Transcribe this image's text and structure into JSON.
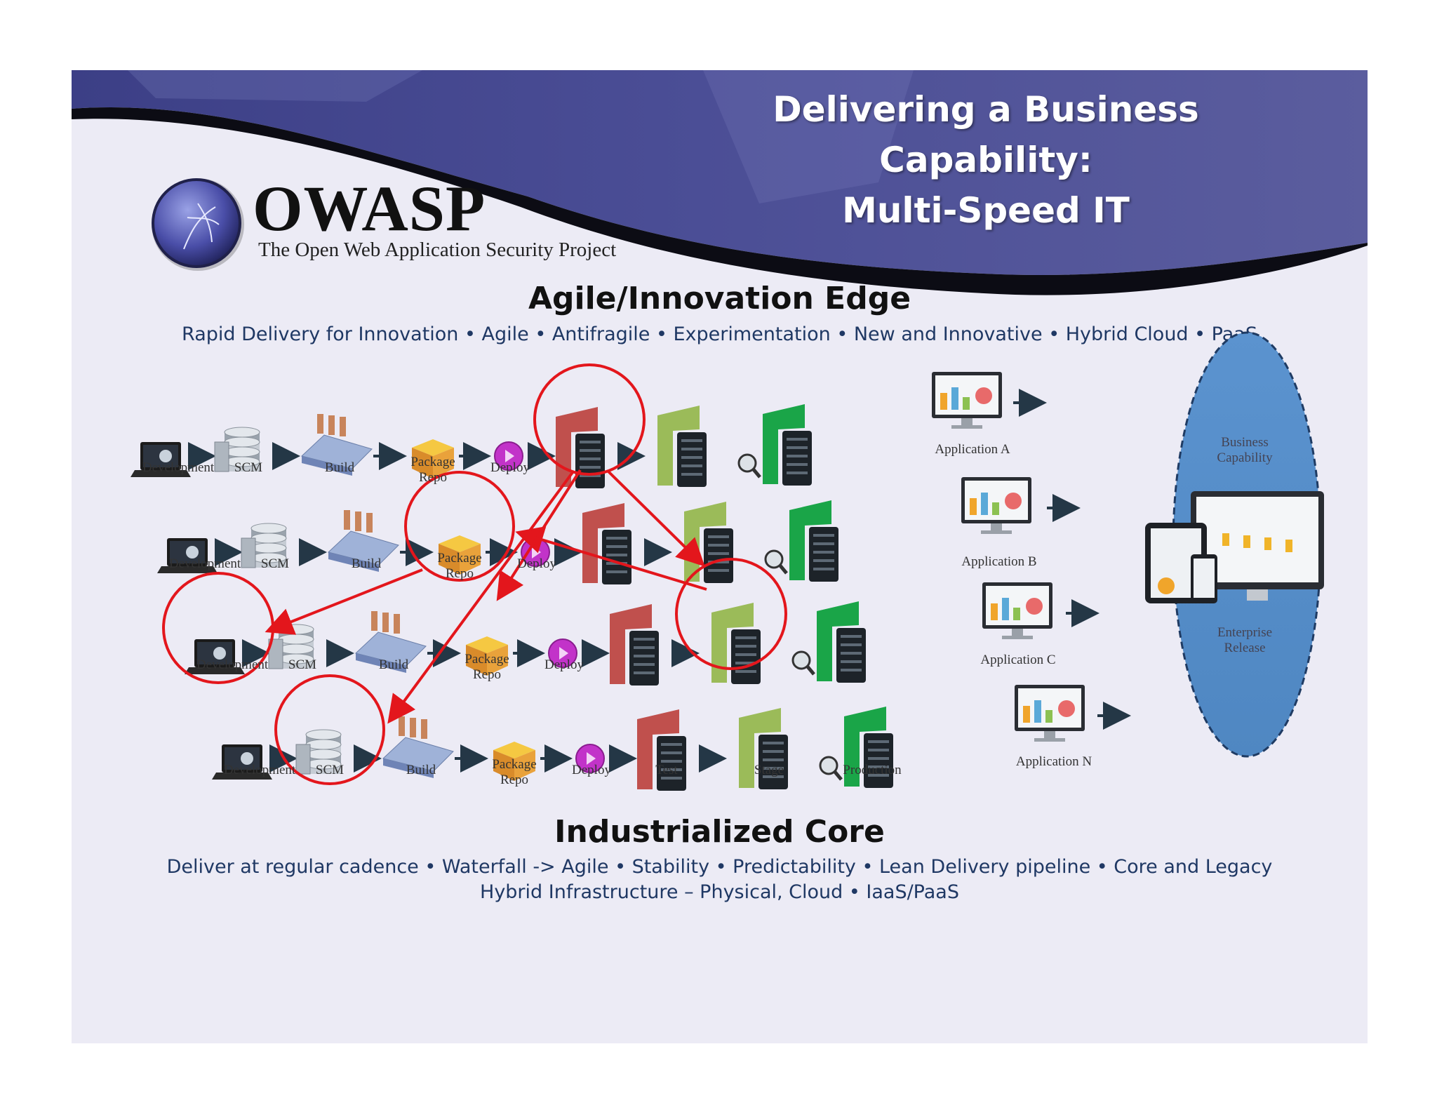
{
  "slide": {
    "title_line1": "Delivering a Business Capability:",
    "title_line2": "Multi-Speed IT",
    "logo": {
      "name": "OWASP",
      "tagline": "The Open Web Application Security Project"
    }
  },
  "agile": {
    "heading": "Agile/Innovation Edge",
    "subline": "Rapid Delivery for Innovation • Agile • Antifragile • Experimentation • New and Innovative • Hybrid Cloud • PaaS"
  },
  "core": {
    "heading": "Industrialized Core",
    "subline1": "Deliver at regular cadence • Waterfall -> Agile • Stability • Predictability • Lean Delivery pipeline • Core and Legacy",
    "subline2": "Hybrid Infrastructure – Physical, Cloud • IaaS/PaaS"
  },
  "pipeline": {
    "stages": [
      "Development",
      "SCM",
      "Build",
      "Package Repo",
      "Deploy",
      "Test",
      "Stage",
      "Production"
    ],
    "package_line1": "Package",
    "package_line2": "Repo"
  },
  "applications": [
    "Application A",
    "Application B",
    "Application C",
    "Application N"
  ],
  "capability": {
    "top_line1": "Business",
    "top_line2": "Capability",
    "bottom_line1": "Enterprise",
    "bottom_line2": "Release"
  },
  "colors": {
    "banner": "#5b5d9e",
    "highlight_circle": "#e3161c",
    "test_server": "#c0504d",
    "stage_server": "#9bbb59",
    "prod_server": "#1aa548",
    "ellipse": "#5b8fc9"
  }
}
